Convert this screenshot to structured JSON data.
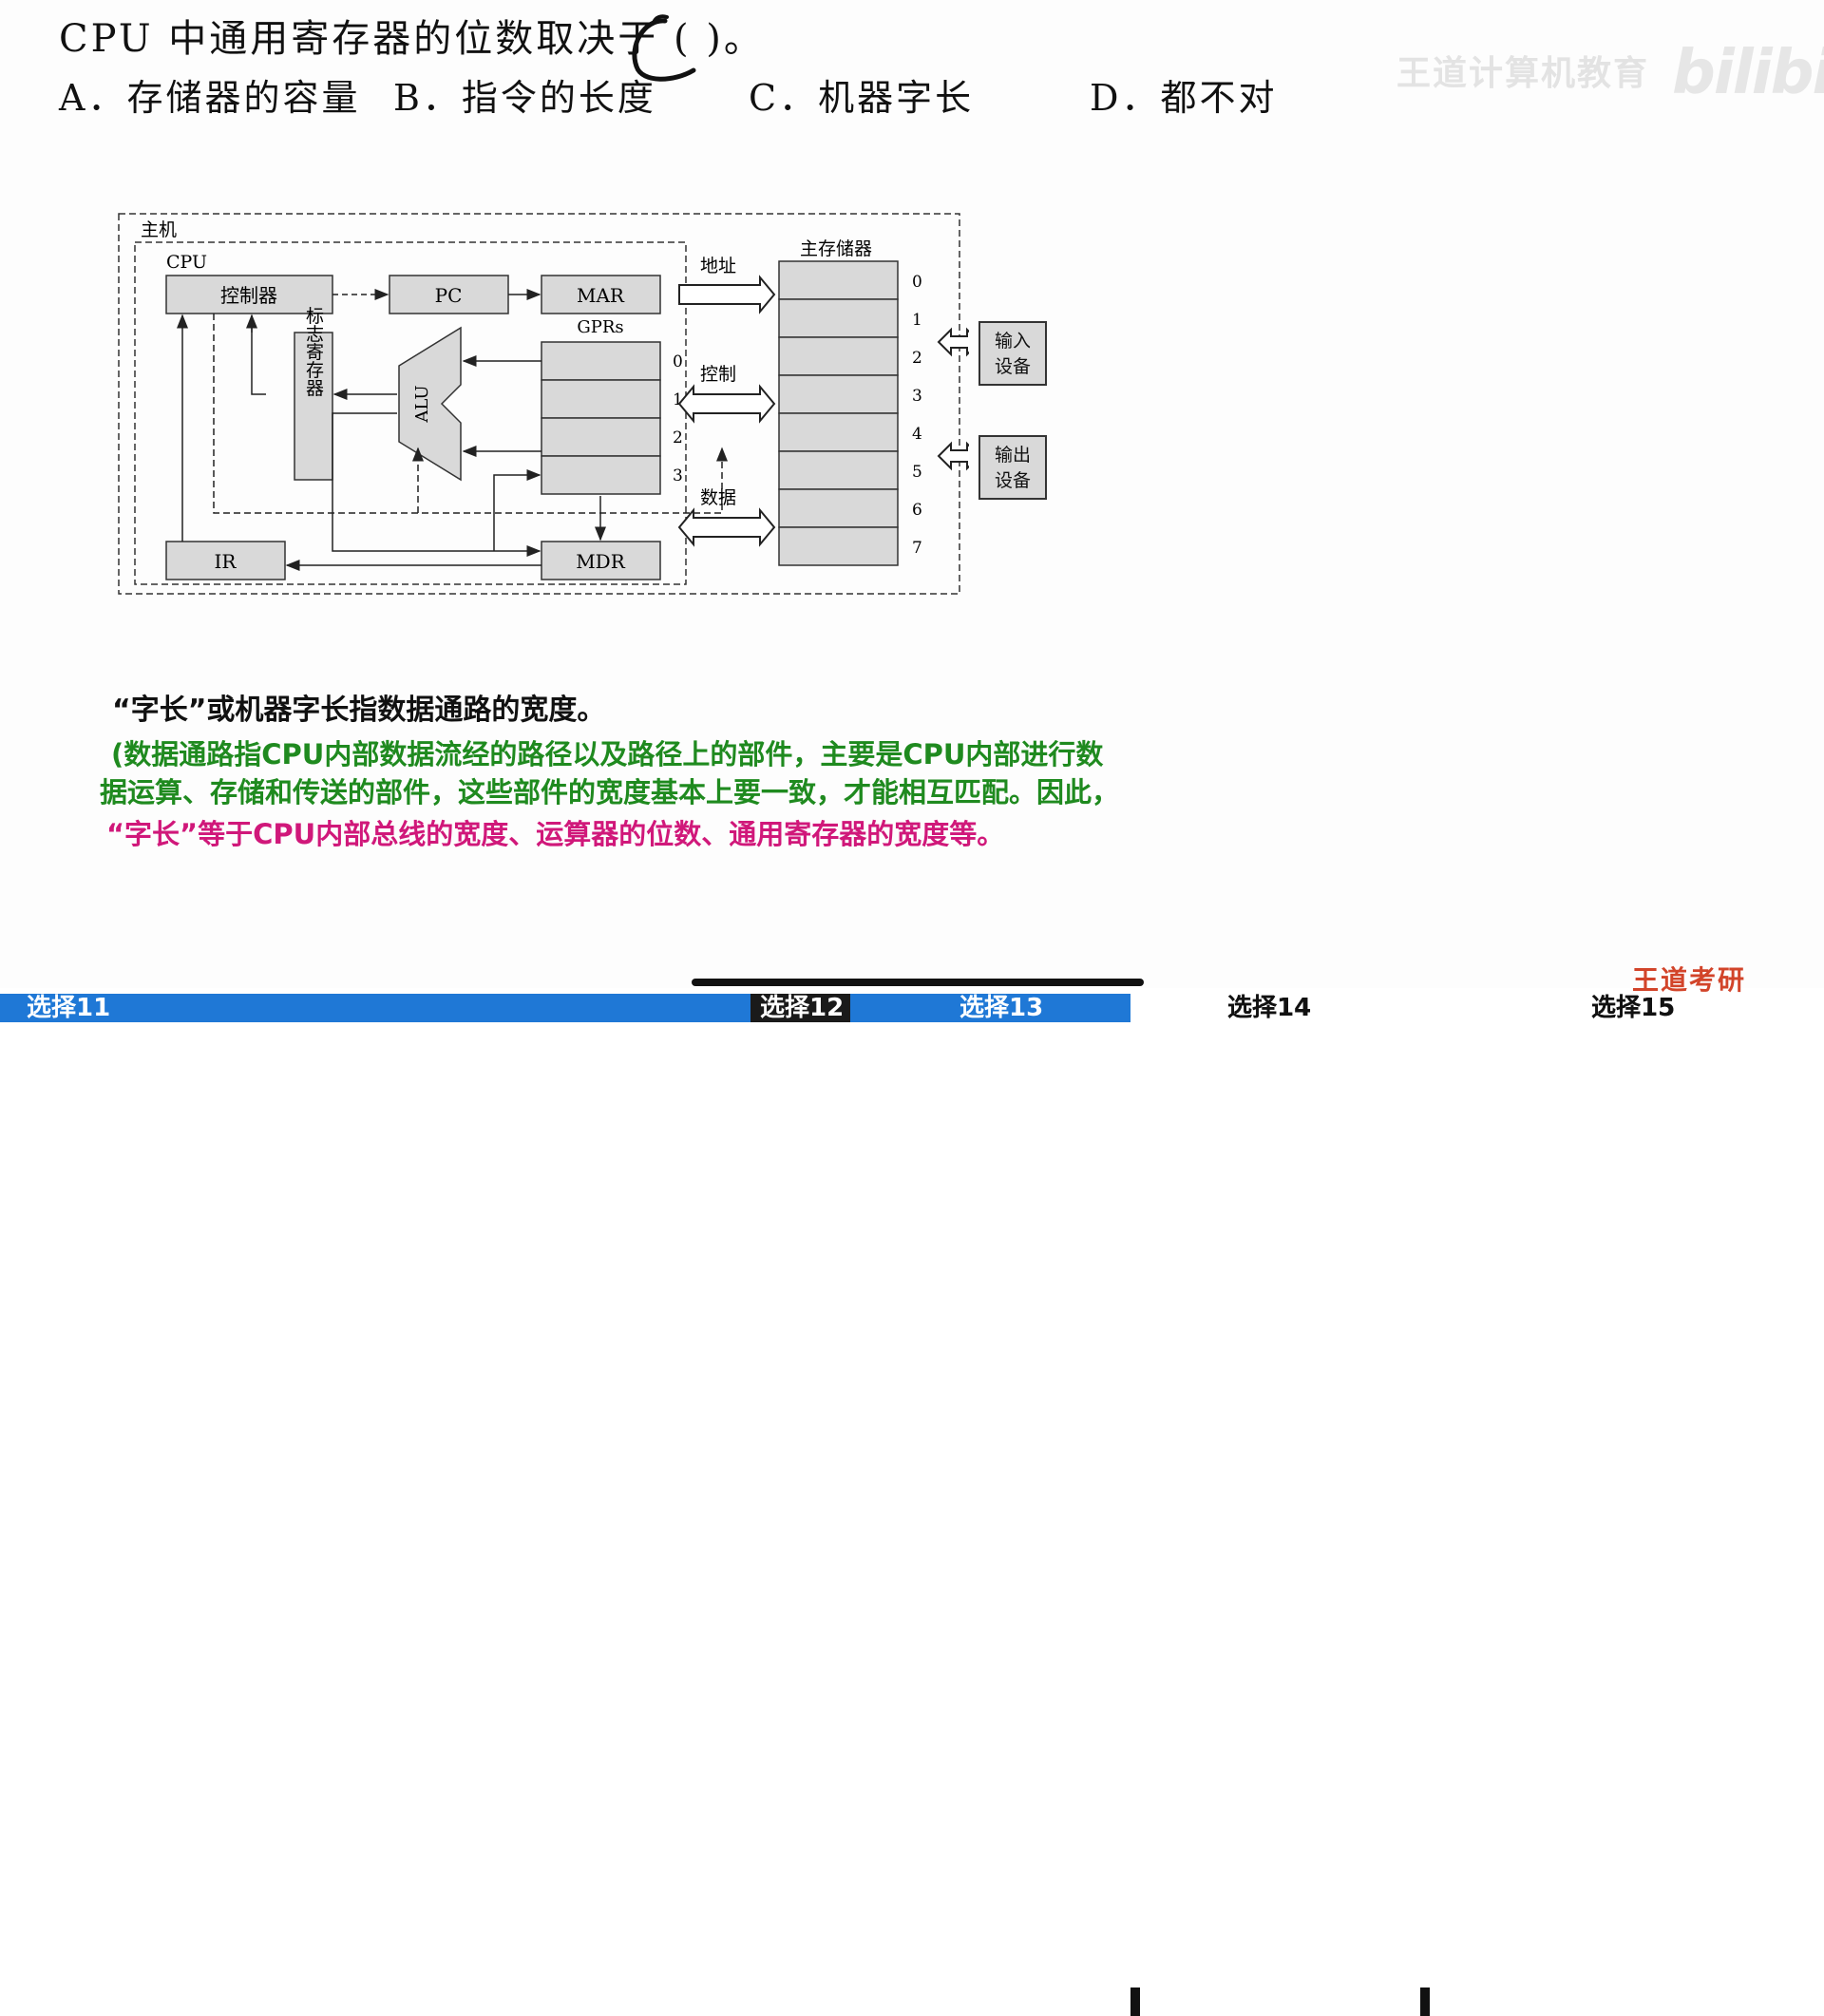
{
  "question": {
    "text": "CPU 中通用寄存器的位数取决于 (    )。",
    "handwritten_answer": "C",
    "options": [
      {
        "label": "A．存储器的容量"
      },
      {
        "label": "B．指令的长度"
      },
      {
        "label": "C．机器字长"
      },
      {
        "label": "D．都不对"
      }
    ]
  },
  "watermark": {
    "text": "王道计算机教育",
    "logo": "bilibili"
  },
  "diagram": {
    "host_label": "主机",
    "cpu_label": "CPU",
    "memory_label": "主存储器",
    "controller": "控制器",
    "pc": "PC",
    "mar": "MAR",
    "gprs": "GPRs",
    "alu": "ALU",
    "flag_register": "标志寄存器",
    "ir": "IR",
    "mdr": "MDR",
    "address_bus": "地址",
    "control_bus": "控制",
    "data_bus": "数据",
    "gpr_indices": [
      "0",
      "1",
      "2",
      "3"
    ],
    "memory_indices": [
      "0",
      "1",
      "2",
      "3",
      "4",
      "5",
      "6",
      "7"
    ],
    "input_device": "输入设备",
    "output_device": "输出设备"
  },
  "notes": {
    "main": "“字长”或机器字长指数据通路的宽度。",
    "green_line1": "(数据通路指CPU内部数据流经的路径以及路径上的部件，主要是CPU内部进行数",
    "green_line2": "据运算、存储和传送的部件，这些部件的宽度基本上要一致，才能相互匹配。因此，",
    "pink": "“字长”等于CPU内部总线的宽度、运算器的位数、通用寄存器的宽度等。"
  },
  "brand": "王道考研",
  "tabs": [
    {
      "label": "选择11"
    },
    {
      "label": "选择12"
    },
    {
      "label": "选择13"
    },
    {
      "label": "选择14"
    },
    {
      "label": "选择15"
    }
  ],
  "colors": {
    "tab_blue": "#1f78d6",
    "green_note": "#1f8a1f",
    "pink_note": "#d0187a",
    "brand": "#d2442a"
  }
}
